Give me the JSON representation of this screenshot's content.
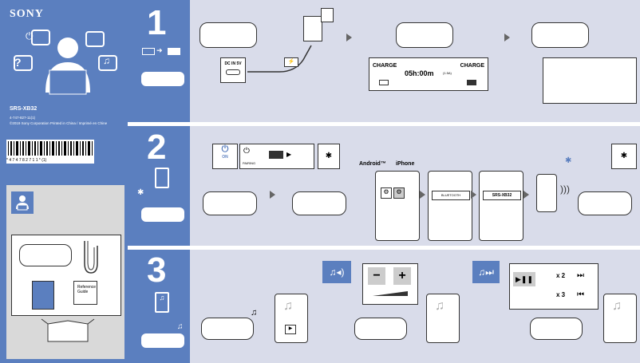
{
  "brand": "SONY",
  "model": "SRS-XB32",
  "part_number": "4-747-827-11(1)",
  "copyright": "©2019 Sony Corporation Printed in China / Imprimé en Chine",
  "barcode_digits": "* 4 7 4 7 8 2 7 1 1 * (1)",
  "box_contents": {
    "reference_guide": "Reference Guide"
  },
  "steps": [
    {
      "number": "1"
    },
    {
      "number": "2"
    },
    {
      "number": "3"
    }
  ],
  "step1": {
    "dc_in": "DC IN 5V",
    "charge_left": "CHARGE",
    "timer": "05h:00m",
    "timer_note": "(1.5A)",
    "charge_right": "CHARGE"
  },
  "step2": {
    "on_label": "ON",
    "pairing_label": "PAIRING",
    "android_label": "Android™",
    "iphone_label": "iPhone",
    "bluetooth_label": "BLUETOOTH",
    "device_name": "SRS-XB32"
  },
  "step3": {
    "x2_label": "x 2",
    "x3_label": "x 3"
  },
  "colors": {
    "accent": "#5b7fbf",
    "row_bg": "#d9dcea"
  }
}
